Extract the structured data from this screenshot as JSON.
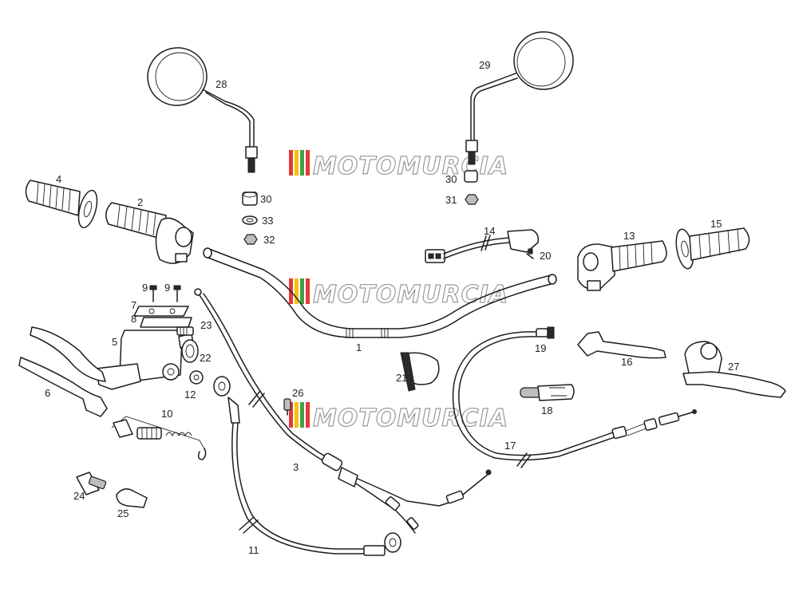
{
  "watermark": {
    "text": "MOTOMURCIA",
    "stripe_colors": [
      "#e53935",
      "#f4c20d",
      "#43a047",
      "#e53935"
    ]
  },
  "callouts": {
    "c1": "1",
    "c2": "2",
    "c3": "3",
    "c4": "4",
    "c5": "5",
    "c6": "6",
    "c7": "7",
    "c8": "8",
    "c9a": "9",
    "c9b": "9",
    "c10": "10",
    "c11": "11",
    "c12": "12",
    "c13": "13",
    "c14": "14",
    "c15": "15",
    "c16": "16",
    "c17": "17",
    "c18": "18",
    "c19": "19",
    "c20": "20",
    "c21": "21",
    "c22": "22",
    "c23": "23",
    "c24": "24",
    "c25": "25",
    "c26": "26",
    "c27": "27",
    "c28": "28",
    "c29": "29",
    "c30a": "30",
    "c30b": "30",
    "c31": "31",
    "c32": "32",
    "c33": "33"
  }
}
